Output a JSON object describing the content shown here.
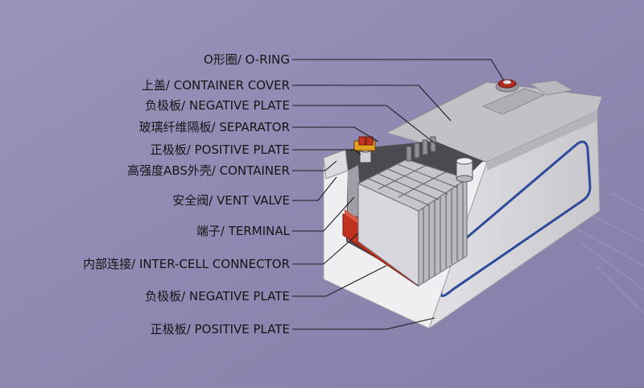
{
  "labels": [
    {
      "name": "o-ring",
      "text": "O形圈/ O-RING"
    },
    {
      "name": "container-cover",
      "text": "上盖/ CONTAINER COVER"
    },
    {
      "name": "negative-plate-top",
      "text": "负极板/ NEGATIVE PLATE"
    },
    {
      "name": "separator",
      "text": "玻璃纤维隔板/ SEPARATOR"
    },
    {
      "name": "positive-plate-top",
      "text": "正极板/ POSITIVE PLATE"
    },
    {
      "name": "container",
      "text": "高强度ABS外壳/ CONTAINER"
    },
    {
      "name": "vent-valve",
      "text": "安全阀/ VENT VALVE"
    },
    {
      "name": "terminal",
      "text": "端子/ TERMINAL"
    },
    {
      "name": "inter-cell-connector",
      "text": "内部连接/ INTER-CELL CONNECTOR"
    },
    {
      "name": "negative-plate-bottom",
      "text": "负极板/ NEGATIVE PLATE"
    },
    {
      "name": "positive-plate-bottom",
      "text": "正极板/ POSITIVE PLATE"
    }
  ],
  "colors": {
    "background": "#8f89b2",
    "case_front": "#f0f0f2",
    "case_side": "#d6d6da",
    "case_top": "#c2c2c6",
    "plate_red": "#c0321f",
    "stripe_blue": "#2f4a9a",
    "leader_line": "#1a1a1a"
  }
}
